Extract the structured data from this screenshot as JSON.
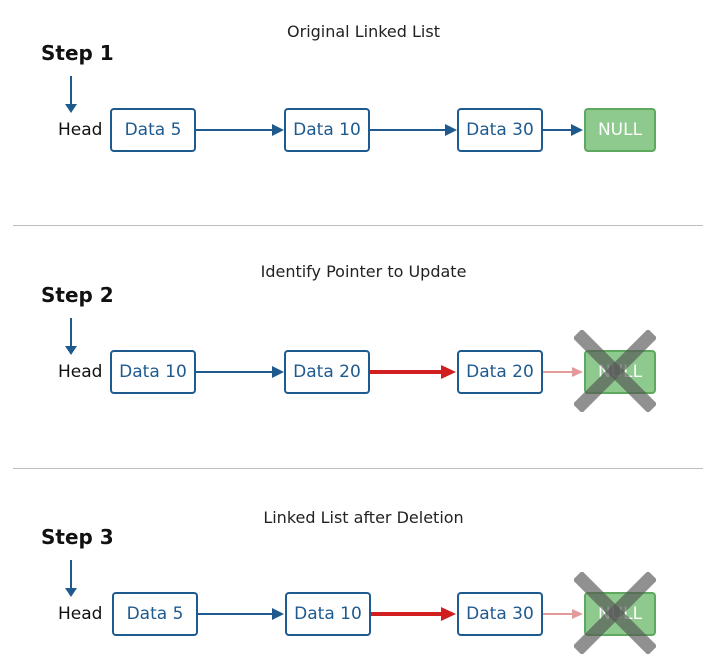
{
  "panels": [
    {
      "step": "Step 1",
      "title": "Original Linked List",
      "head": "Head",
      "nodes": [
        "Data 5",
        "Data 10",
        "Data 30"
      ],
      "null_label": "NULL"
    },
    {
      "step": "Step 2",
      "title": "Identify Pointer to Update",
      "head": "Head",
      "nodes": [
        "Data 10",
        "Data 20",
        "Data 20"
      ],
      "null_label": "NULL"
    },
    {
      "step": "Step 3",
      "title": "Linked List after Deletion",
      "head": "Head",
      "nodes": [
        "Data 5",
        "Data 10",
        "Data 30"
      ],
      "null_label": "NULL"
    }
  ],
  "colors": {
    "node_border": "#1f5a8f",
    "link_arrow": "#1f5a8f",
    "highlight_arrow": "#d11f1f",
    "faded_arrow": "#e39a9a",
    "null_fill": "#8ec98e",
    "cross": "#555555"
  }
}
